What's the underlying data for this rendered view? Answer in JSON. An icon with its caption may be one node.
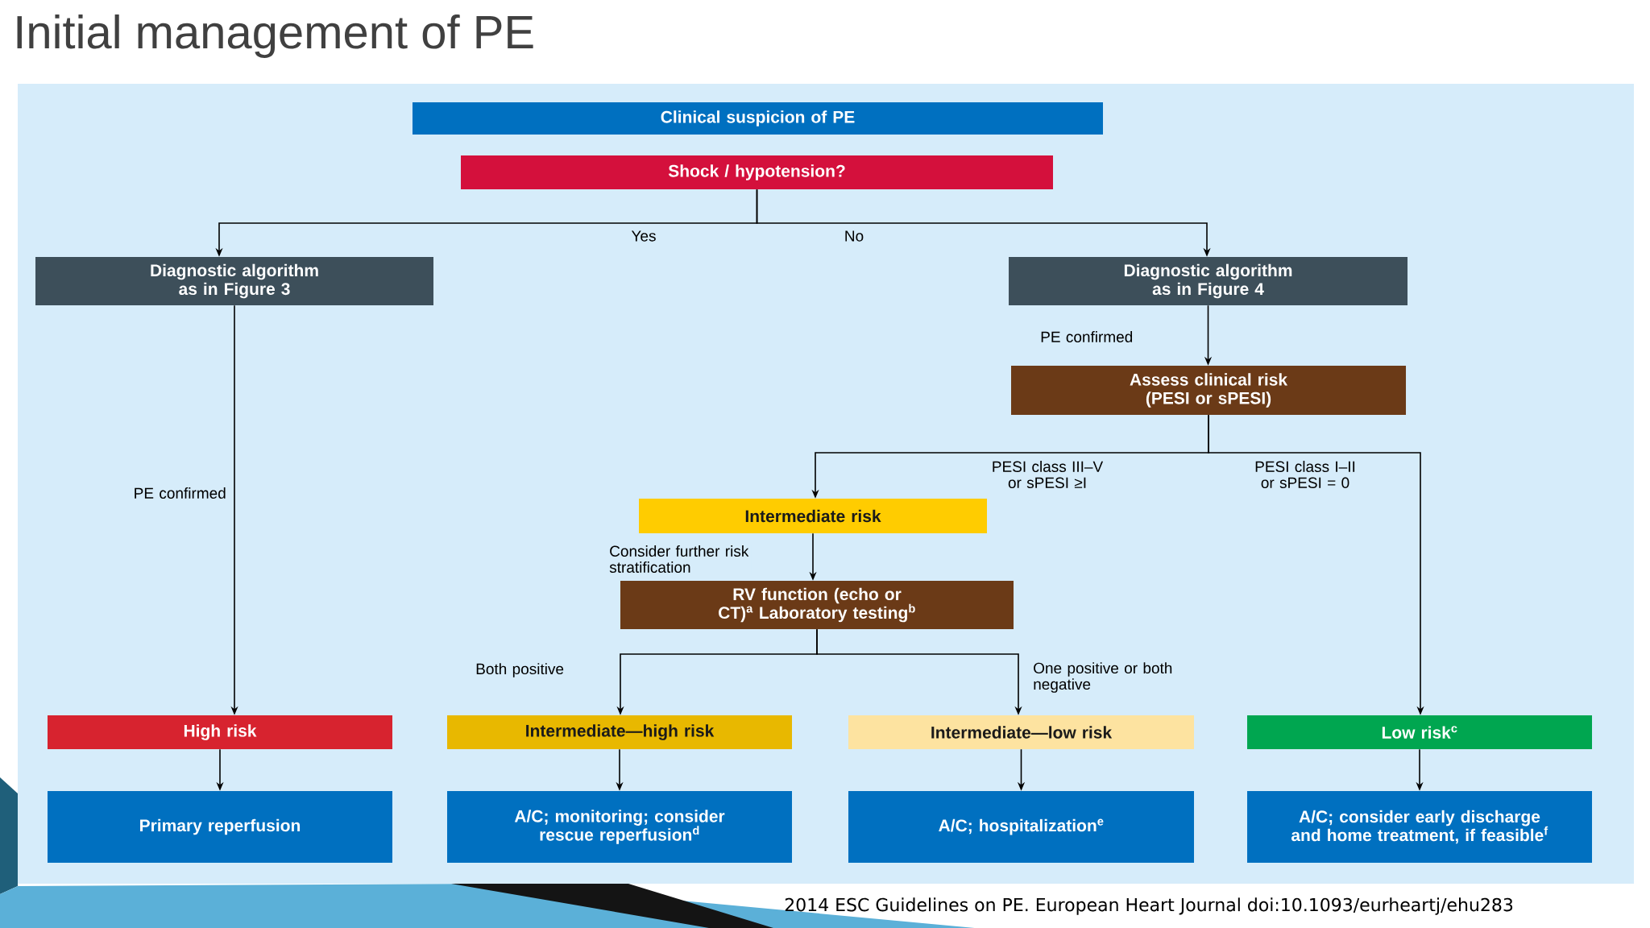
{
  "diagram": {
    "title": "Initial management of PE",
    "nodes": [
      {
        "text": [
          "Clinical suspicion of PE"
        ]
      },
      {
        "text": [
          "Shock / hypotension?"
        ]
      },
      {
        "text": [
          "Diagnostic algorithm as in Figure 3"
        ]
      },
      {
        "text": [
          "Diagnostic algorithm as in Figure 4"
        ]
      },
      {
        "text": [
          "Assess clinical risk (PESI or sPESI)"
        ]
      },
      {
        "text": [
          "Intermediate risk"
        ]
      },
      {
        "text": [
          "RV function (echo or CT)$^{a}$ Laboratory testing$^{b}$"
        ]
      },
      {
        "text": [
          "High risk"
        ]
      },
      {
        "text": [
          "Intermediate—high risk"
        ]
      },
      {
        "text": [
          "Intermediate—low risk"
        ]
      },
      {
        "text": [
          "Low risk$^{c}$"
        ]
      },
      {
        "text": [
          "Primary reperfusion"
        ]
      },
      {
        "text": [
          "A/C; monitoring; consider rescue reperfusion$^{d}$"
        ]
      },
      {
        "text": [
          "A/C; hospitalization$^{e}$"
        ]
      },
      {
        "text": [
          "A/C; consider early discharge and home treatment, if feasible$^{f}$"
        ]
      }
    ],
    "edges": [
      {
        "from": 1,
        "to": 2,
        "arrow": "to",
        "label": "Yes"
      },
      {
        "from": 1,
        "to": 3,
        "arrow": "to",
        "label": "No"
      },
      {
        "from": 2,
        "to": 7,
        "arrow": "to",
        "label": "PE confirmed"
      },
      {
        "from": 3,
        "to": 4,
        "arrow": "to",
        "label": "PE confirmed"
      },
      {
        "from": 4,
        "to": 5,
        "arrow": "to",
        "label": "PESI class III–V or sPESI ≥I"
      },
      {
        "from": 4,
        "to": 10,
        "arrow": "to",
        "label": "PESI class I–II or sPESI = 0"
      },
      {
        "from": 5,
        "to": 6,
        "arrow": "to",
        "label": "Consider further risk stratification"
      },
      {
        "from": 6,
        "to": 8,
        "arrow": "to",
        "label": "Both positive"
      },
      {
        "from": 6,
        "to": 9,
        "arrow": "to",
        "label": "One positive or both negative"
      },
      {
        "from": 7,
        "to": 11,
        "arrow": "to"
      },
      {
        "from": 8,
        "to": 12,
        "arrow": "to"
      },
      {
        "from": 9,
        "to": 13,
        "arrow": "to"
      },
      {
        "from": 10,
        "to": 14,
        "arrow": "to"
      }
    ],
    "labels": [
      "2014 ESC Guidelines on PE. European Heart Journal doi:10.1093/eurheartj/ehu283"
    ]
  }
}
